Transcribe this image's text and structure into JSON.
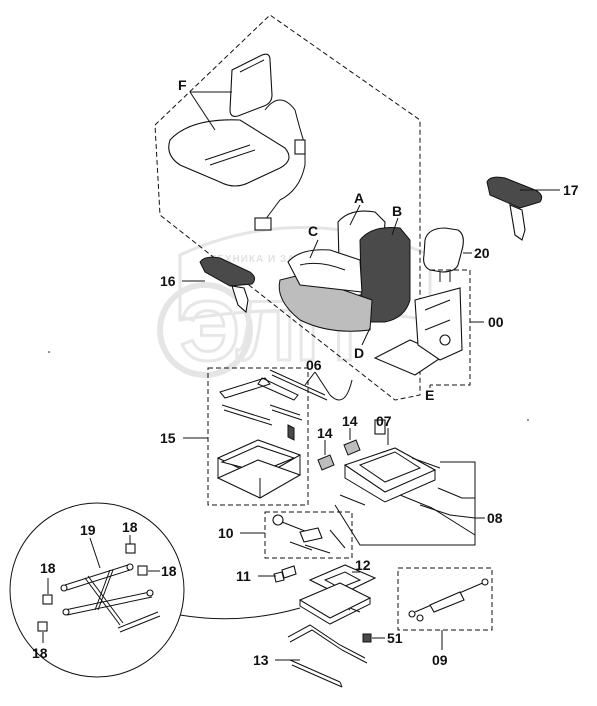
{
  "watermark": {
    "text": "ТЕХНИКА И ЗАПЧАСТИ",
    "logo": "ЭЛП"
  },
  "labels": {
    "F": "F",
    "A": "A",
    "B": "B",
    "C": "C",
    "D": "D",
    "E": "E",
    "p17": "17",
    "p20": "20",
    "p16": "16",
    "p00": "00",
    "p06": "06",
    "p15": "15",
    "p14a": "14",
    "p14b": "14",
    "p07": "07",
    "p08": "08",
    "p10": "10",
    "p19": "19",
    "p18a": "18",
    "p18b": "18",
    "p18c": "18",
    "p18d": "18",
    "p11": "11",
    "p12": "12",
    "p51": "51",
    "p13": "13",
    "p09": "09"
  }
}
